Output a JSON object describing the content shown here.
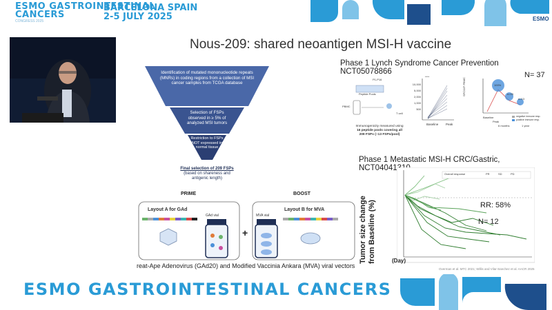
{
  "header": {
    "logo_line1": "ESMO GASTROINTESTINAL",
    "logo_line2": "CANCERS",
    "logo_sub": "CONGRESS 2025",
    "location": "BARCELONA SPAIN",
    "dates": "2-5 JULY 2025",
    "esmo_mark": "ESMO"
  },
  "slide": {
    "title": "Nous-209: shared neoantigen MSI-H vaccine",
    "funnel": {
      "step1": "Identification of mutated mononucleotide repeats (MNRs) in coding regions from a collection of MSI cancer samples from TCGA database",
      "step2": "Selection of FSPs observed in ≥ 5% of analyzed MSI tumors",
      "step3": "Restriction to FSPs NOT expressed in normal tissue",
      "final_title": "Final selection of 209 FSPs",
      "final_note": "(based on shareness and antigenic length)"
    },
    "prime_label": "PRIME",
    "boost_label": "BOOST",
    "layout_a": "Layout A for GAd",
    "layout_b": "Layout B for MVA",
    "gad_vial": "GAd vial",
    "mva_vial": "MVA vial",
    "plus": "+",
    "vectors_caption": "reat-Ape Adenovirus (GAd20) and Modified Vaccinia Ankara (MVA) viral vectors",
    "lynch_title": "Phase 1 Lynch Syndrome Cancer Prevention NCT05078866",
    "lynch_n": "N= 37",
    "lynch_immuno_1": "Immunogenicity measured using",
    "lynch_immuno_2": "16 peptide pools covering all",
    "lynch_immuno_3": "209 FSPs (~13 FSPs/pool)",
    "pbmc": "PBMC",
    "tcell": "T cell",
    "peptide_pools": "Peptide Pools",
    "p_label": "P1-P16",
    "sfc_label": "SFC/10⁶ PBMC",
    "y_ticks": [
      "10,000",
      "5,000",
      "2,000",
      "1,000",
      "500",
      "0"
    ],
    "x_baseline": "Baseline",
    "x_peak": "Peak",
    "x_peak2": "Peak",
    "x_6m": "6 months",
    "x_1y": "1 year",
    "sig": "****",
    "bubble_1": "100%",
    "bubble_2": "n=33",
    "bubble_3": "n=13",
    "legend_neg": "negative immune resp.",
    "legend_pos": "positive immune resp.",
    "crc_title": "Phase 1 Metastatic MSI-H CRC/Gastric, NCT04041310",
    "rr": "RR: 58%",
    "crc_n": "N= 12",
    "crc_ylabel_1": "Tumor size change",
    "crc_ylabel_2": "from Baseline (%)",
    "crc_xlabel": "(Day)",
    "overall_response": "Overall response",
    "resp_pr": "PR",
    "resp_sd": "SD",
    "resp_pd": "PD",
    "reference": "Overman et al. MTC 2021; Willis and Vilar-Sanchez et al. AACR 2025"
  },
  "footer": {
    "banner": "ESMO GASTROINTESTINAL CANCERS"
  },
  "colors": {
    "brand_blue": "#2a9bd6",
    "funnel_top": "#4a68a8",
    "funnel_bottom": "#1e2e55",
    "chart_green": "#2f7d2f"
  }
}
